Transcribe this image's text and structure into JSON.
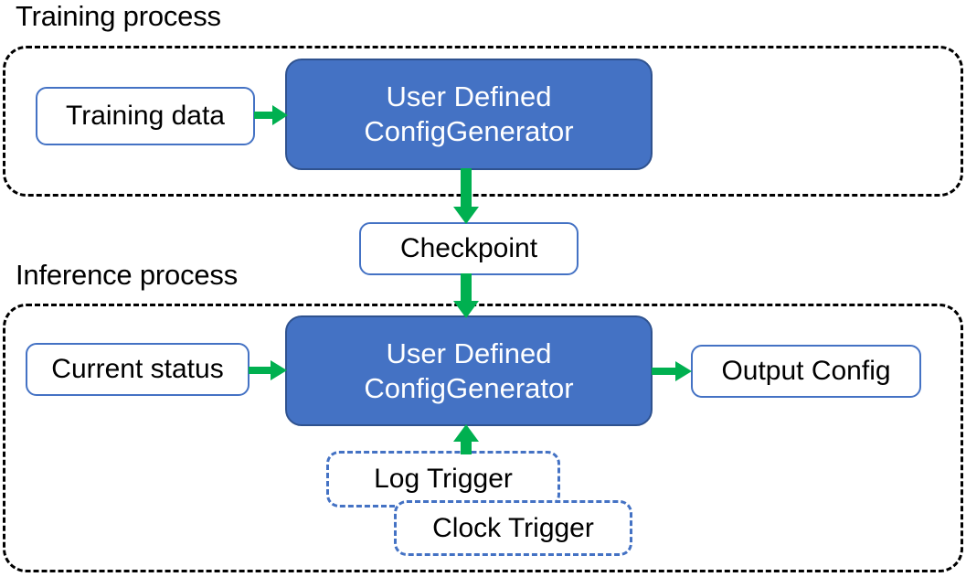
{
  "diagram": {
    "title_training": "Training process",
    "title_inference": "Inference process",
    "colors": {
      "process_box_fill": "#4472C4",
      "process_box_border": "#2F528F",
      "node_box_border": "#4472C4",
      "trigger_box_border": "#4472C4",
      "arrow": "#00B050",
      "container_border": "#000000",
      "text_dark": "#000000",
      "text_light": "#FFFFFF"
    },
    "training_process": {
      "caption": "Training process",
      "nodes": {
        "training_data": "Training data",
        "generator_line1": "User Defined",
        "generator_line2": "ConfigGenerator"
      }
    },
    "checkpoint": {
      "label": "Checkpoint"
    },
    "inference_process": {
      "caption": "Inference process",
      "nodes": {
        "current_status": "Current status",
        "generator_line1": "User Defined",
        "generator_line2": "ConfigGenerator",
        "output_config": "Output Config",
        "log_trigger": "Log Trigger",
        "clock_trigger": "Clock Trigger"
      }
    },
    "edges": [
      {
        "name": "training-data-to-generator",
        "from": "Training data",
        "to": "User Defined ConfigGenerator",
        "direction": "right"
      },
      {
        "name": "generator-to-checkpoint",
        "from": "User Defined ConfigGenerator",
        "to": "Checkpoint",
        "direction": "down"
      },
      {
        "name": "checkpoint-to-generator",
        "from": "Checkpoint",
        "to": "User Defined ConfigGenerator",
        "direction": "down"
      },
      {
        "name": "current-status-to-generator",
        "from": "Current status",
        "to": "User Defined ConfigGenerator",
        "direction": "right"
      },
      {
        "name": "generator-to-output-config",
        "from": "User Defined ConfigGenerator",
        "to": "Output Config",
        "direction": "right"
      },
      {
        "name": "triggers-to-generator",
        "from": "Log Trigger / Clock Trigger",
        "to": "User Defined ConfigGenerator",
        "direction": "up"
      }
    ]
  }
}
